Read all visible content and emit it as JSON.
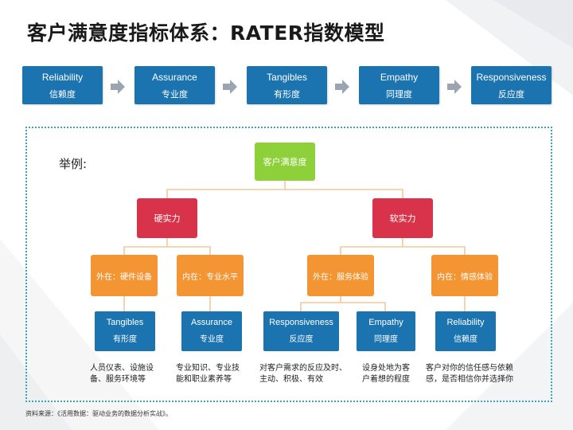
{
  "title": "客户满意度指标体系：RATER指数模型",
  "colors": {
    "blue": "#1b74b0",
    "green": "#8dd03a",
    "red": "#d8334a",
    "orange": "#f39533",
    "frame": "#35a6b8",
    "arrow": "#9aa5b1"
  },
  "rater_row": [
    {
      "en": "Reliability",
      "zh": "信赖度"
    },
    {
      "en": "Assurance",
      "zh": "专业度"
    },
    {
      "en": "Tangibles",
      "zh": "有形度"
    },
    {
      "en": "Empathy",
      "zh": "同理度"
    },
    {
      "en": "Responsiveness",
      "zh": "反应度"
    }
  ],
  "example_label": "举例:",
  "tree": {
    "root": "客户满意度",
    "groups": [
      {
        "label": "硬实力",
        "children": [
          {
            "label": "外在：硬件设备",
            "leaf_en": "Tangibles",
            "leaf_zh": "有形度",
            "desc": [
              "人员仪表、设施设",
              "备、服务环境等"
            ]
          },
          {
            "label": "内在：专业水平",
            "leaf_en": "Assurance",
            "leaf_zh": "专业度",
            "desc": [
              "专业知识、专业技",
              "能和职业素养等"
            ]
          }
        ]
      },
      {
        "label": "软实力",
        "children": [
          {
            "label": "外在：服务体验",
            "leaf_en": "Responsiveness",
            "leaf_zh": "反应度",
            "desc": [
              "对客户需求的反应及时、",
              "主动、积极、有效"
            ],
            "leaf_en_2": "Empathy",
            "leaf_zh_2": "同理度",
            "desc_2": [
              "设身处地为客",
              "户着想的程度"
            ]
          },
          {
            "label": "内在：情感体验",
            "leaf_en": "Reliability",
            "leaf_zh": "信赖度",
            "desc": [
              "客户对你的信任感与依赖",
              "感，是否相信你并选择你"
            ]
          }
        ]
      }
    ]
  },
  "source": "资料来源：《活用数据：驱动业务的数据分析实战》。"
}
